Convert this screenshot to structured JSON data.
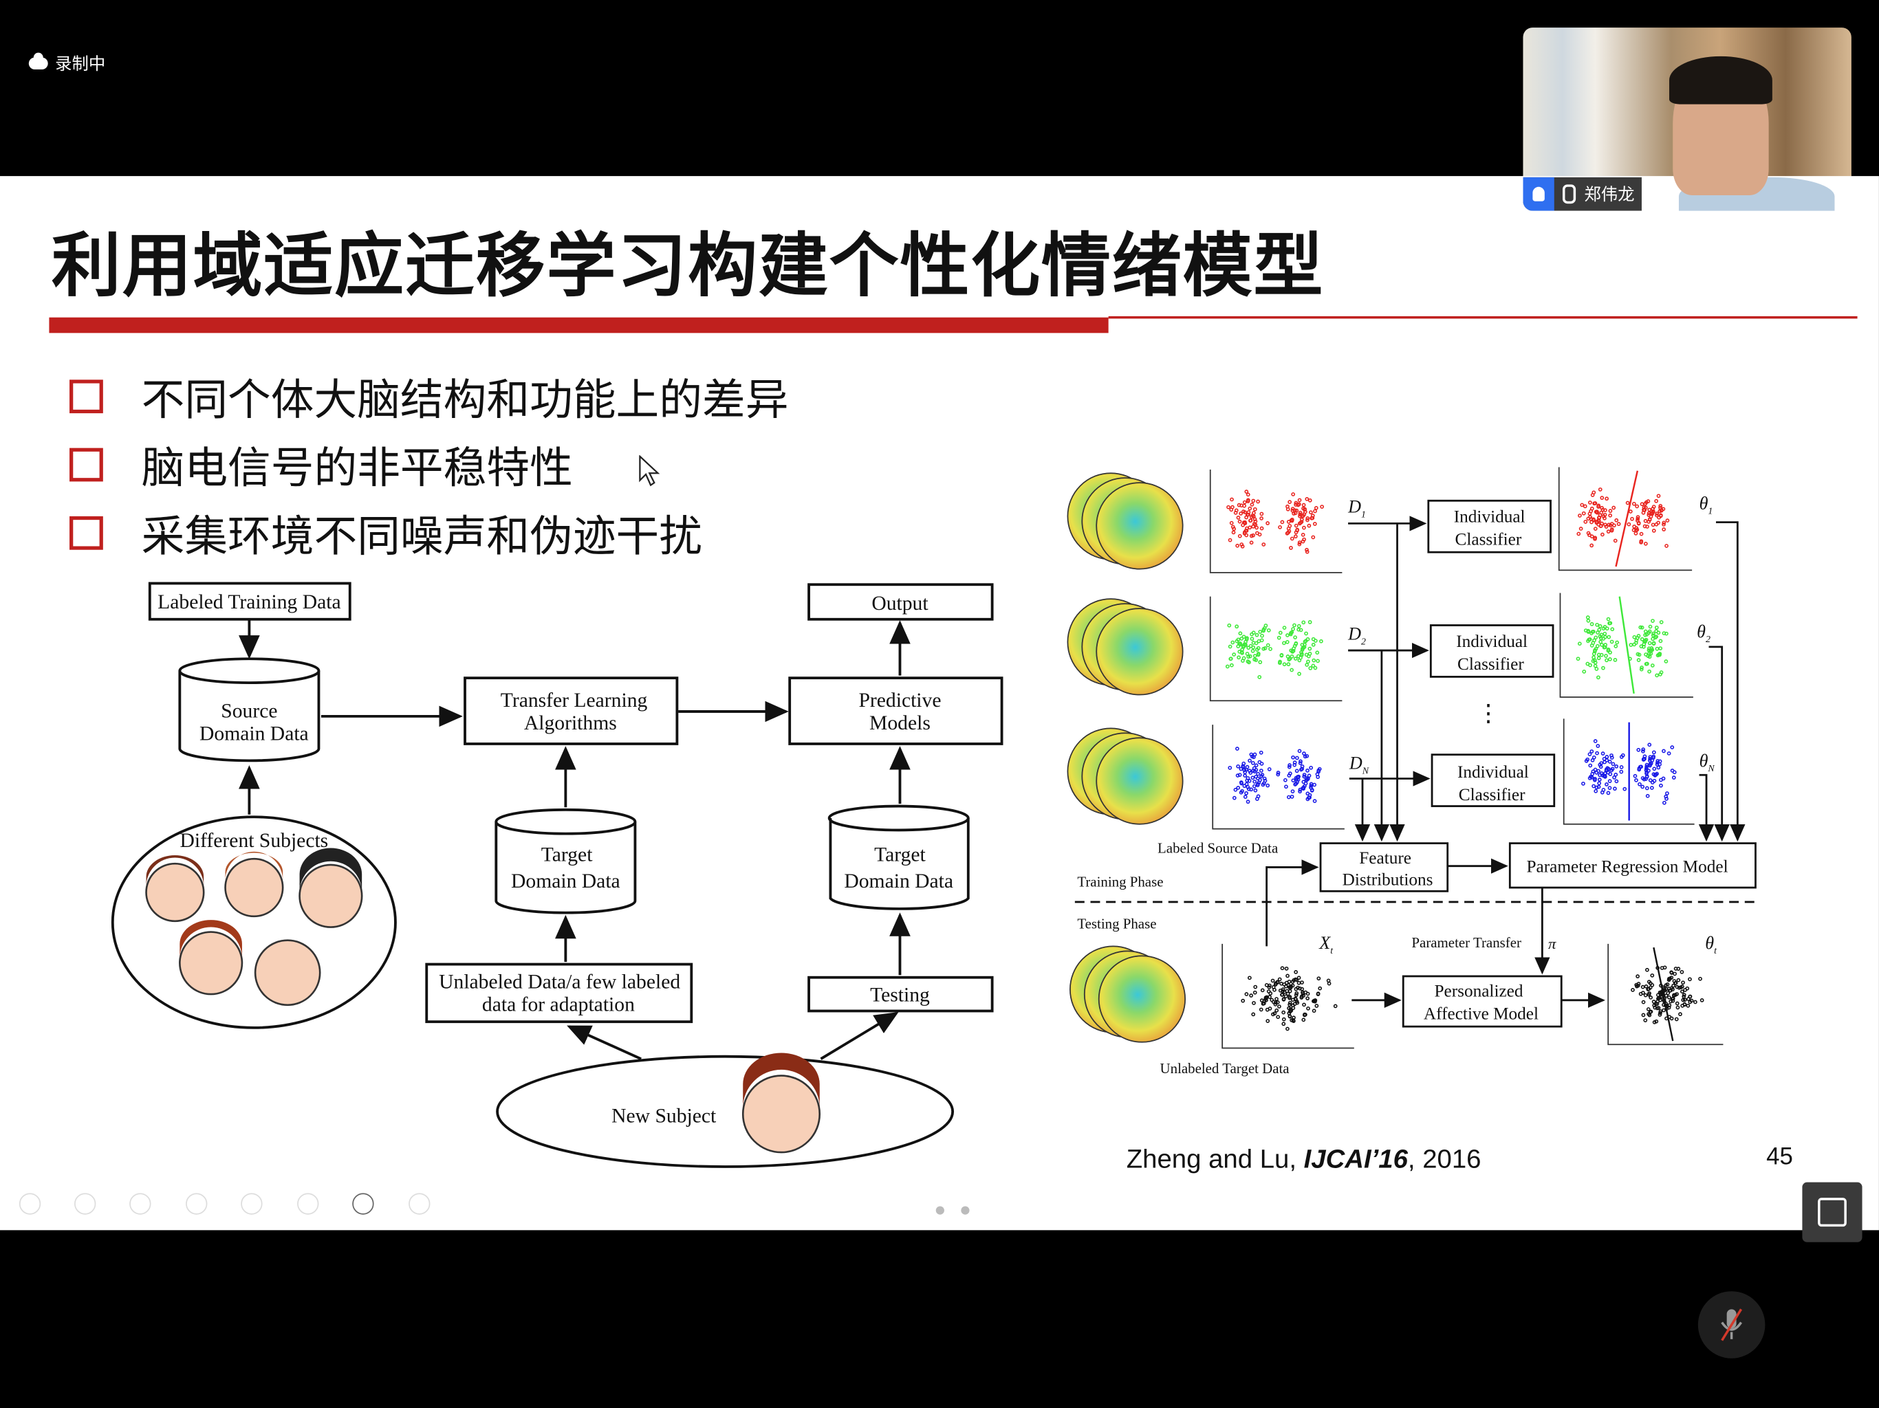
{
  "recording": {
    "label": "录制中"
  },
  "video": {
    "participant_name": "郑伟龙"
  },
  "slide": {
    "title": "利用域适应迁移学习构建个性化情绪模型",
    "bullets": [
      "不同个体大脑结构和功能上的差异",
      "脑电信号的非平稳特性",
      "采集环境不同噪声和伪迹干扰"
    ],
    "left_diagram": {
      "labeled_training_data": "Labeled Training Data",
      "source_domain_1": "Source",
      "source_domain_2": "Domain Data",
      "different_subjects": "Different Subjects",
      "transfer_1": "Transfer Learning",
      "transfer_2": "Algorithms",
      "target_1": "Target",
      "target_2": "Domain Data",
      "unlabeled_1": "Unlabeled Data/a few labeled",
      "unlabeled_2": "data for adaptation",
      "output": "Output",
      "predictive_1": "Predictive",
      "predictive_2": "Models",
      "testing": "Testing",
      "new_subject": "New Subject"
    },
    "right_diagram": {
      "d1": "D",
      "d1_sub": "1",
      "d2": "D",
      "d2_sub": "2",
      "dn": "D",
      "dn_sub": "N",
      "t1": "θ",
      "t1_sub": "1",
      "t2": "θ",
      "t2_sub": "2",
      "tn": "θ",
      "tn_sub": "N",
      "xt": "X",
      "xt_sub": "t",
      "tt": "θ",
      "tt_sub": "t",
      "pi": "π",
      "ic1": "Individual",
      "ic2": "Classifier",
      "vdots": "⋮",
      "feature_1": "Feature",
      "feature_2": "Distributions",
      "prm": "Parameter Regression Model",
      "labeled_source": "Labeled Source Data",
      "training_phase": "Training Phase",
      "testing_phase": "Testing Phase",
      "parameter_transfer": "Parameter Transfer",
      "pam_1": "Personalized",
      "pam_2": "Affective Model",
      "unlabeled_target": "Unlabeled Target Data",
      "colors": {
        "class1": "#e8241f",
        "class2": "#3fe83a",
        "classN": "#1a1ae6",
        "target": "#111111"
      }
    },
    "citation": {
      "authors": "Zheng and Lu, ",
      "venue": "IJCAI’16",
      "year": ", 2016"
    },
    "page_number": "45"
  }
}
